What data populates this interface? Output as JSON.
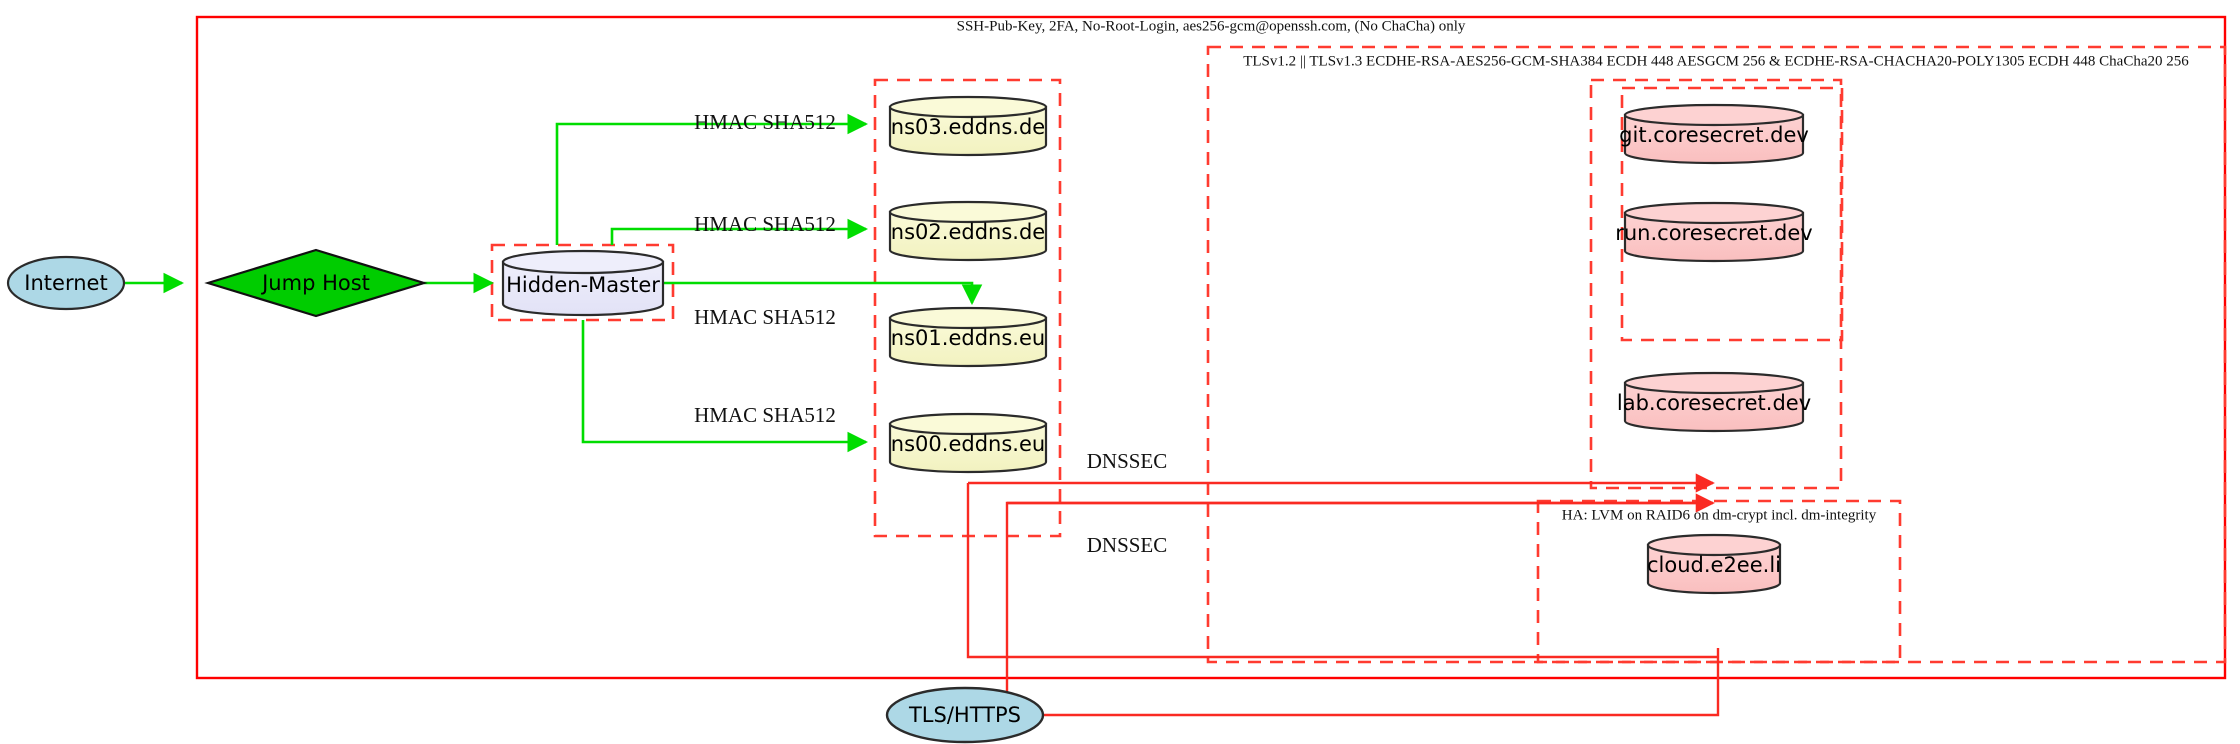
{
  "diagram": {
    "title_top": "SSH-Pub-Key, 2FA, No-Root-Login, aes256-gcm@openssh.com, (No ChaCha) only",
    "clusters": [
      {
        "id": "tls",
        "label": "TLSv1.2 || TLSv1.3 ECDHE-RSA-AES256-GCM-SHA384 ECDH 448 AESGCM 256 & ECDHE-RSA-CHACHA20-POLY1305 ECDH 448 ChaCha20 256"
      },
      {
        "id": "ha",
        "label": "HA: LVM on RAID6 on dm-crypt incl. dm-integrity"
      }
    ],
    "nodes": {
      "internet": "Internet",
      "jump_host": "Jump Host",
      "hidden_master": "Hidden-Master",
      "ns03": "ns03.eddns.de",
      "ns02": "ns02.eddns.de",
      "ns01": "ns01.eddns.eu",
      "ns00": "ns00.eddns.eu",
      "git": "git.coresecret.dev",
      "run": "run.coresecret.dev",
      "lab": "lab.coresecret.dev",
      "cloud": "cloud.e2ee.li",
      "tls_https": "TLS/HTTPS"
    },
    "edge_labels": {
      "hmac_ns03": "HMAC SHA512",
      "hmac_ns02": "HMAC SHA512",
      "hmac_ns01": "HMAC SHA512",
      "hmac_ns00": "HMAC SHA512",
      "dnssec_upper": "DNSSEC",
      "dnssec_lower": "DNSSEC"
    },
    "colors": {
      "ellipse_fill": "#add8e6",
      "diamond_fill": "#00cc00",
      "master_fill": "#e6e6fa",
      "dns_fill": "#f5f5c8",
      "service_fill": "#fcc9c9",
      "boundary": "#ff0000",
      "secure_link": "#00dd00",
      "dnssec_link": "#fa2a22"
    }
  }
}
